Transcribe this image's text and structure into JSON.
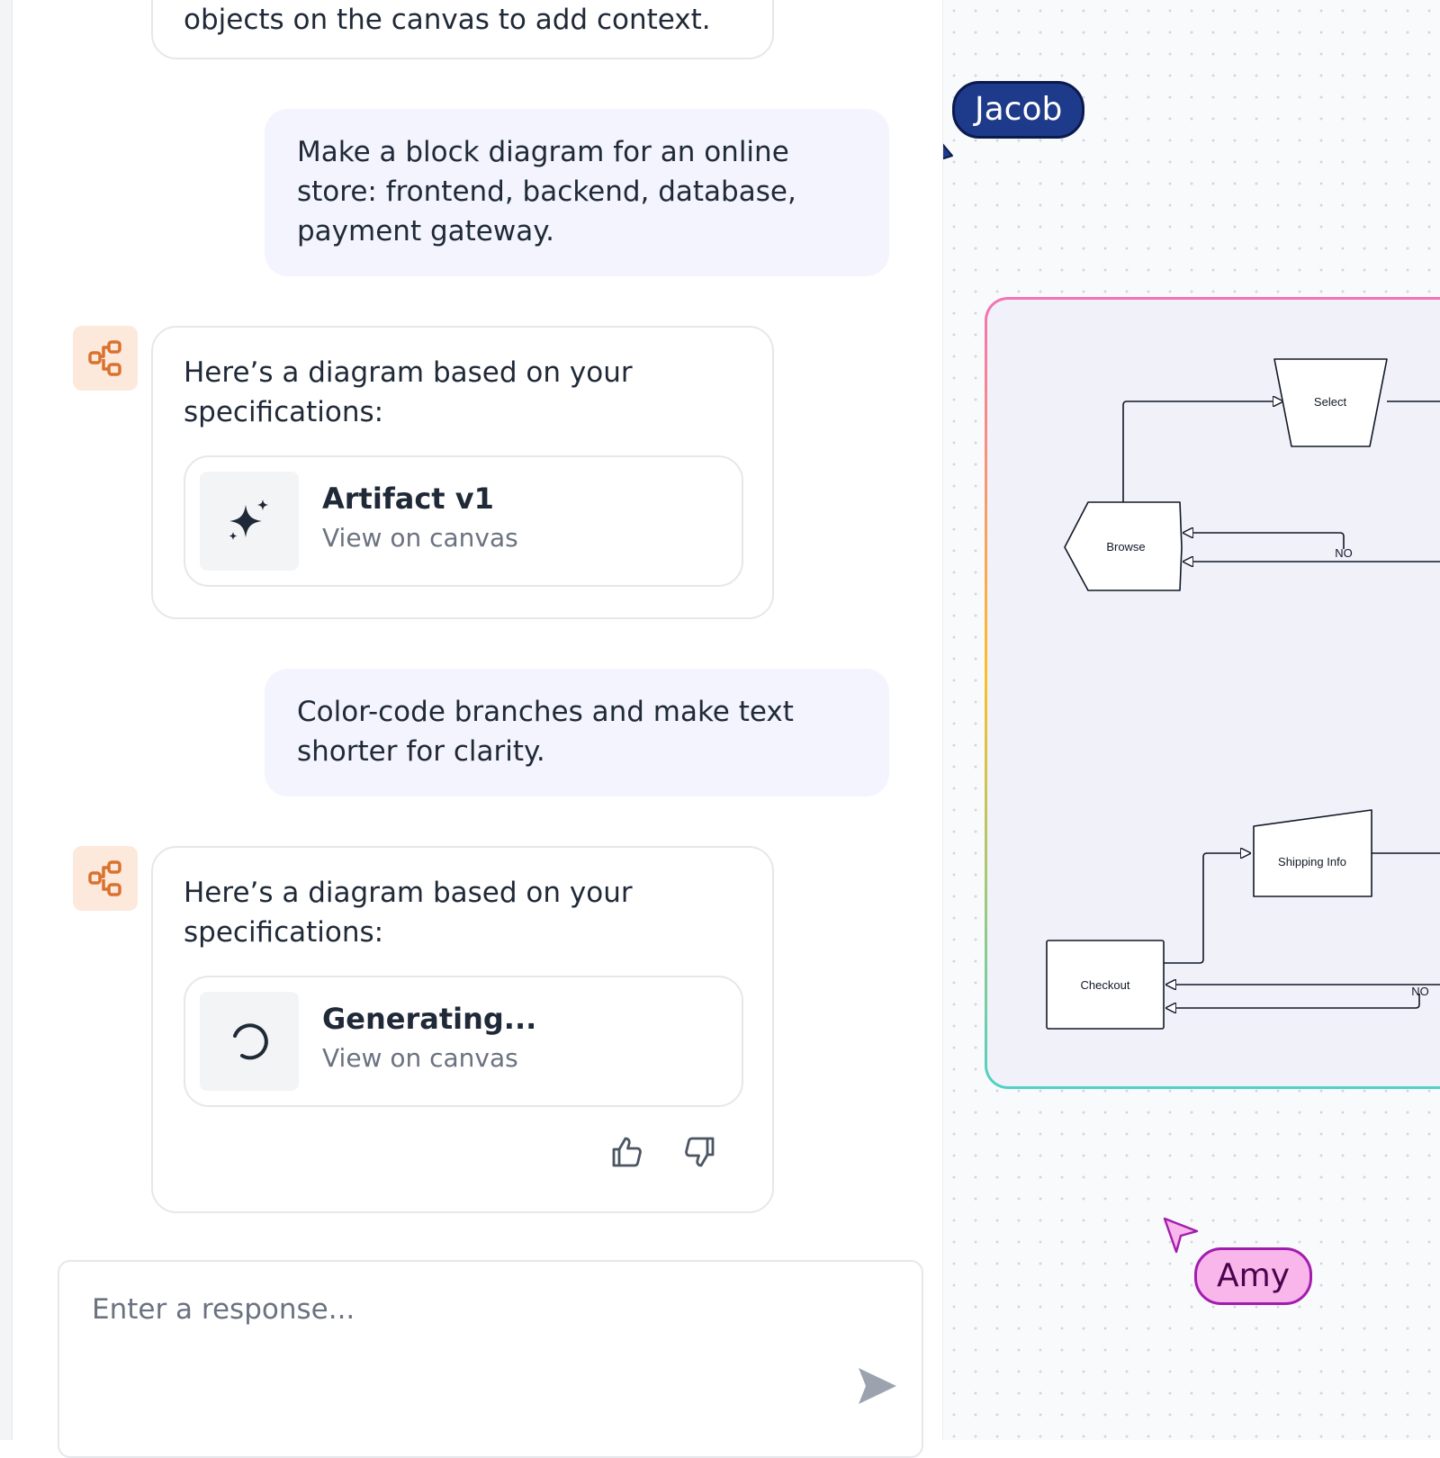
{
  "chat": {
    "messages": [
      {
        "role": "assistant",
        "text": "objects on the canvas to add context."
      },
      {
        "role": "user",
        "text": "Make a block diagram for an online store: frontend, backend, database, payment gateway."
      },
      {
        "role": "assistant",
        "text": "Here’s a diagram based on your specifications:",
        "artifact": {
          "icon": "sparkle-icon",
          "title": "Artifact v1",
          "subtitle": "View on canvas"
        }
      },
      {
        "role": "user",
        "text": "Color-code branches and make text shorter for clarity."
      },
      {
        "role": "assistant",
        "text": "Here’s a diagram based on your specifications:",
        "artifact": {
          "icon": "spinner-icon",
          "title": "Generating...",
          "subtitle": "View on canvas"
        }
      }
    ],
    "feedback_icons": [
      "thumbs-up-icon",
      "thumbs-down-icon"
    ]
  },
  "composer": {
    "placeholder": "Enter a response...",
    "value": ""
  },
  "canvas": {
    "diagram": {
      "nodes": [
        {
          "label": "Select",
          "shape": "trapezoid"
        },
        {
          "label": "Browse",
          "shape": "pentagon-left"
        },
        {
          "label": "Shipping Info",
          "shape": "manual-input"
        },
        {
          "label": "Checkout",
          "shape": "rectangle"
        }
      ],
      "edge_labels": [
        "NO",
        "NO"
      ]
    },
    "collaborators": [
      {
        "name": "Jacob",
        "color": "#1e3a8a"
      },
      {
        "name": "Amy",
        "color": "#f9b6ea"
      }
    ]
  },
  "colors": {
    "accent": "#d9722f",
    "avatar_bg": "#fde8dc",
    "user_bubble": "#f3f4fd",
    "send_icon": "#9ca3af"
  }
}
